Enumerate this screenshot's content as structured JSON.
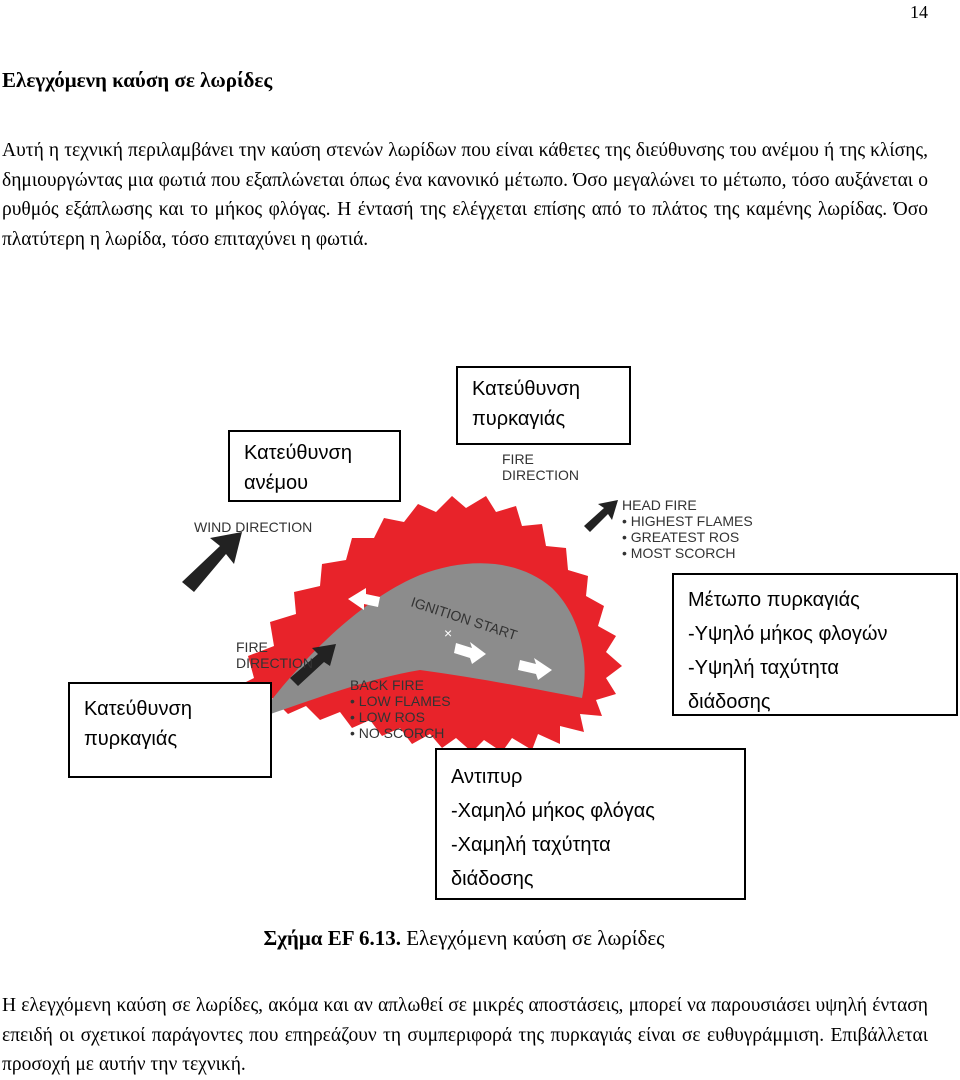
{
  "page_number": "14",
  "heading": "Ελεγχόμενη καύση σε λωρίδες",
  "paragraph_1": "Αυτή η τεχνική περιλαμβάνει την καύση στενών λωρίδων που είναι κάθετες της διεύθυνσης του ανέμου ή της κλίσης, δημιουργώντας μια φωτιά που εξαπλώνεται όπως ένα κανονικό μέτωπο. Όσο μεγαλώνει το μέτωπο, τόσο αυξάνεται ο ρυθμός εξάπλωσης και το μήκος φλόγας. Η έντασή της ελέγχεται επίσης από το πλάτος της καμένης λωρίδας. Όσο πλατύτερη η λωρίδα, τόσο επιταχύνει η φωτιά.",
  "figure": {
    "callouts": {
      "wind": [
        "Κατεύθυνση",
        "ανέμου"
      ],
      "fire_top": [
        "Κατεύθυνση",
        "πυρκαγιάς"
      ],
      "fire_left": [
        "Κατεύθυνση",
        "πυρκαγιάς"
      ],
      "head_fire": [
        "Μέτωπο πυρκαγιάς",
        "-Υψηλό μήκος φλογών",
        "-Υψηλή ταχύτητα",
        "διάδοσης"
      ],
      "back_fire": [
        "Αντιπυρ",
        "-Χαμηλό μήκος φλόγας",
        "-Χαμηλή ταχύτητα",
        "διάδοσης"
      ]
    },
    "diagram_labels": {
      "wind_direction": "WIND DIRECTION",
      "fire_direction_top": [
        "FIRE",
        "DIRECTION"
      ],
      "fire_direction_left": [
        "FIRE",
        "DIRECTION"
      ],
      "head_fire": [
        "HEAD FIRE",
        "• HIGHEST FLAMES",
        "• GREATEST ROS",
        "• MOST SCORCH"
      ],
      "back_fire": [
        "BACK FIRE",
        "• LOW FLAMES",
        "• LOW ROS",
        "• NO SCORCH"
      ],
      "ignition_start": "IGNITION START"
    },
    "colors": {
      "flame": "#e8232a",
      "burned_area": "#8c8c8c",
      "arrow": "#222222"
    }
  },
  "caption": {
    "bold": "Σχήμα EF 6.13.",
    "text": " Ελεγχόμενη καύση σε λωρίδες"
  },
  "paragraph_2": "Η ελεγχόμενη καύση σε λωρίδες, ακόμα και αν απλωθεί σε μικρές αποστάσεις, μπορεί να παρουσιάσει υψηλή ένταση επειδή οι σχετικοί παράγοντες που επηρεάζουν τη συμπεριφορά της πυρκαγιάς είναι σε ευθυγράμμιση. Επιβάλλεται προσοχή με αυτήν την τεχνική."
}
